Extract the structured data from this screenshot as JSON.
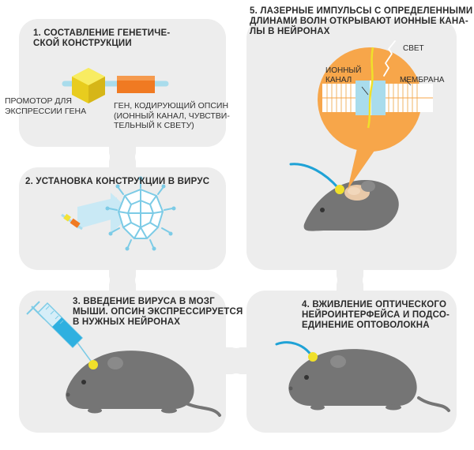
{
  "colors": {
    "panel": "#ededed",
    "mouse": "#757575",
    "orange": "#f7a64a",
    "fiber": "#1fa2d6",
    "yellow": "#f0e02a",
    "channel": "#a9dcec"
  },
  "steps": {
    "step1": {
      "title": "1. СОСТАВЛЕНИЕ ГЕНЕТИЧЕ-\nСКОЙ КОНСТРУКЦИИ",
      "promoter_label": "ПРОМОТОР ДЛЯ\nЭКСПРЕССИИ ГЕНА",
      "gene_label": "ГЕН, КОДИРУЮЩИЙ ОПСИН\n(ИОННЫЙ КАНАЛ, ЧУВСТВИ-\nТЕЛЬНЫЙ К СВЕТУ)"
    },
    "step2": {
      "title": "2. УСТАНОВКА КОНСТРУКЦИИ В ВИРУС"
    },
    "step3": {
      "title": "3. ВВЕДЕНИЕ ВИРУСА В МОЗГ\nМЫШИ. ОПСИН ЭКСПРЕССИРУЕТСЯ\nВ НУЖНЫХ НЕЙРОНАХ"
    },
    "step4": {
      "title": "4. ВЖИВЛЕНИЕ ОПТИЧЕСКОГО\nНЕЙРОИНТЕРФЕЙСА И ПОДСО-\nЕДИНЕНИЕ ОПТОВОЛОКНА"
    },
    "step5": {
      "title": "5. ЛАЗЕРНЫЕ ИМПУЛЬСЫ С ОПРЕДЕЛЕННЫМИ\nДЛИНАМИ ВОЛН ОТКРЫВАЮТ ИОННЫЕ КАНА-\nЛЫ В НЕЙРОНАХ",
      "light_label": "СВЕТ",
      "channel_label": "ИОННЫЙ\nКАНАЛ",
      "membrane_label": "МЕМБРАНА"
    }
  }
}
